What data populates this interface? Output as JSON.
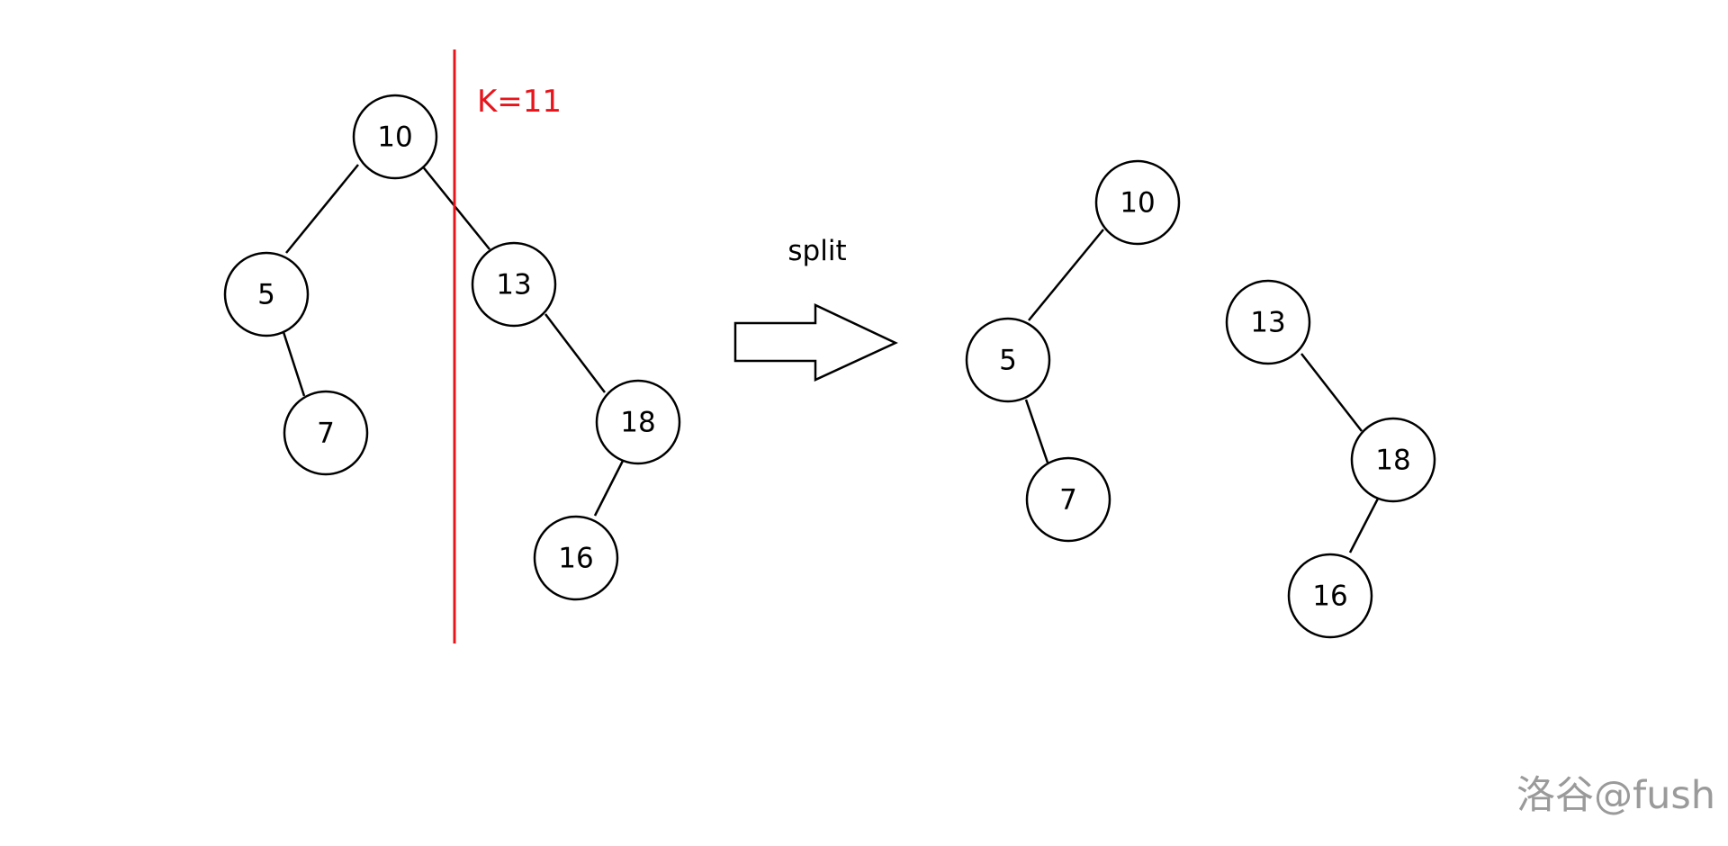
{
  "k_label": "K=11",
  "split_label": "split",
  "watermark": "洛谷@fush",
  "colors": {
    "cut_line": "#e8141b",
    "node_stroke": "#000000",
    "watermark": "#9a9a9a"
  },
  "original_tree": {
    "nodes": [
      "10",
      "5",
      "7",
      "13",
      "18",
      "16"
    ]
  },
  "left_tree": {
    "nodes": [
      "10",
      "5",
      "7"
    ]
  },
  "right_tree": {
    "nodes": [
      "13",
      "18",
      "16"
    ]
  }
}
